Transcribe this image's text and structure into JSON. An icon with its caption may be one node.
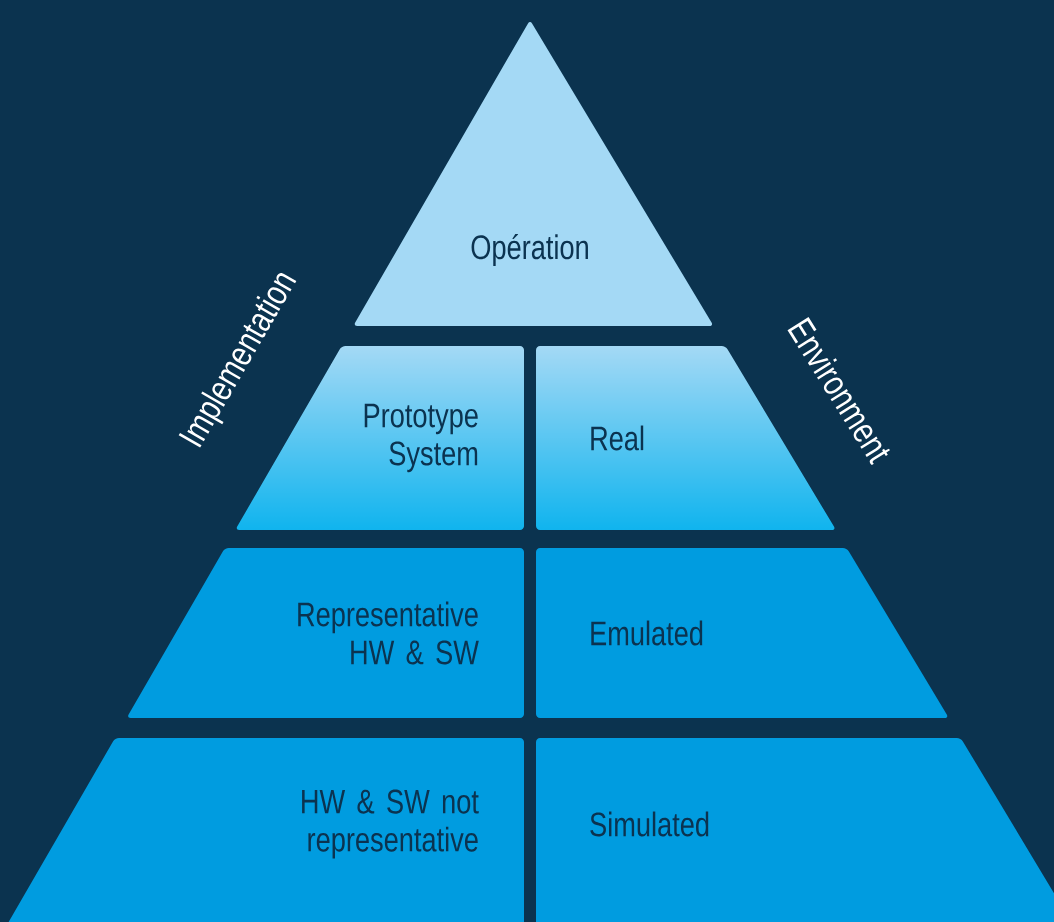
{
  "diagram": {
    "nodes": [
      {
        "text": [
          "Opération"
        ]
      },
      {
        "text": [
          "Prototype System"
        ]
      },
      {
        "text": [
          "Real"
        ]
      },
      {
        "text": [
          "Representative HW & SW"
        ]
      },
      {
        "text": [
          "Emulated"
        ]
      },
      {
        "text": [
          "HW & SW not representative"
        ]
      },
      {
        "text": [
          "Simulated"
        ]
      }
    ],
    "labels": [
      "Implementation",
      "Environment"
    ]
  }
}
